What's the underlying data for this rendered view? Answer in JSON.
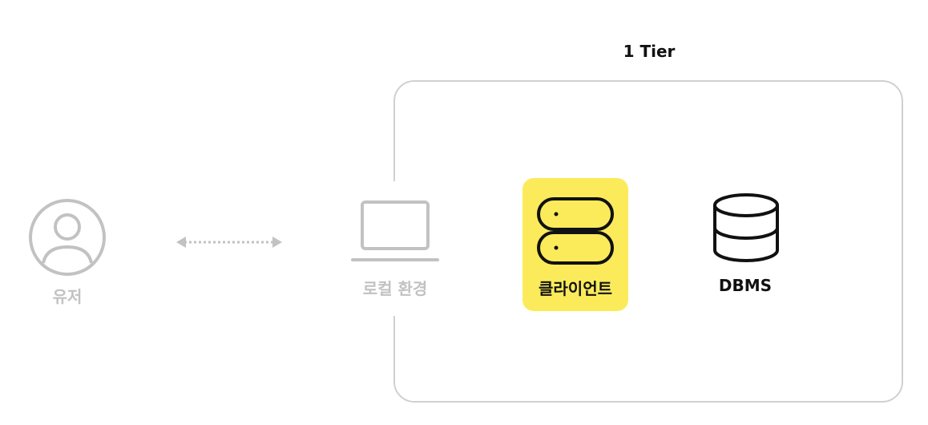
{
  "tier": {
    "title": "1 Tier"
  },
  "nodes": {
    "user": {
      "label": "유저",
      "icon": "user-circle-icon"
    },
    "local": {
      "label": "로컬 환경",
      "icon": "laptop-icon"
    },
    "client": {
      "label": "클라이언트",
      "icon": "server-icon"
    },
    "dbms": {
      "label": "DBMS",
      "icon": "database-icon"
    }
  },
  "colors": {
    "muted": "#c2c2c2",
    "dark": "#111111",
    "highlight": "#fbeb5b",
    "border": "#d0d0d0"
  }
}
